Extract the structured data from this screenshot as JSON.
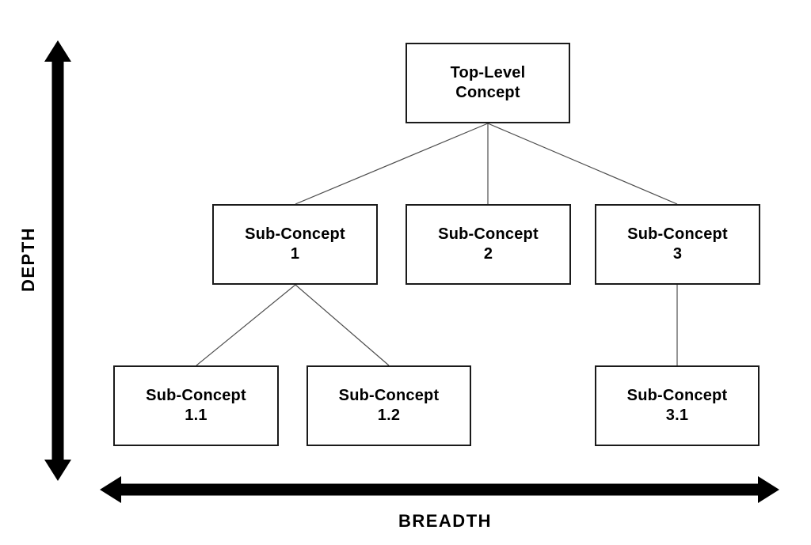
{
  "axes": {
    "depth_label": "DEPTH",
    "breadth_label": "BREADTH"
  },
  "nodes": {
    "top": {
      "line1": "Top-Level",
      "line2": "Concept"
    },
    "sub1": {
      "line1": "Sub-Concept",
      "line2": "1"
    },
    "sub2": {
      "line1": "Sub-Concept",
      "line2": "2"
    },
    "sub3": {
      "line1": "Sub-Concept",
      "line2": "3"
    },
    "sub11": {
      "line1": "Sub-Concept",
      "line2": "1.1"
    },
    "sub12": {
      "line1": "Sub-Concept",
      "line2": "1.2"
    },
    "sub31": {
      "line1": "Sub-Concept",
      "line2": "3.1"
    }
  },
  "edges": [
    {
      "from": "Top-Level Concept",
      "to": "Sub-Concept 1"
    },
    {
      "from": "Top-Level Concept",
      "to": "Sub-Concept 2"
    },
    {
      "from": "Top-Level Concept",
      "to": "Sub-Concept 3"
    },
    {
      "from": "Sub-Concept 1",
      "to": "Sub-Concept 1.1"
    },
    {
      "from": "Sub-Concept 1",
      "to": "Sub-Concept 1.2"
    },
    {
      "from": "Sub-Concept 3",
      "to": "Sub-Concept 3.1"
    }
  ],
  "colors": {
    "background": "#ffffff",
    "box_border": "#1a1a1a",
    "connector": "#4d4d4d",
    "arrow": "#000000",
    "text": "#000000"
  }
}
